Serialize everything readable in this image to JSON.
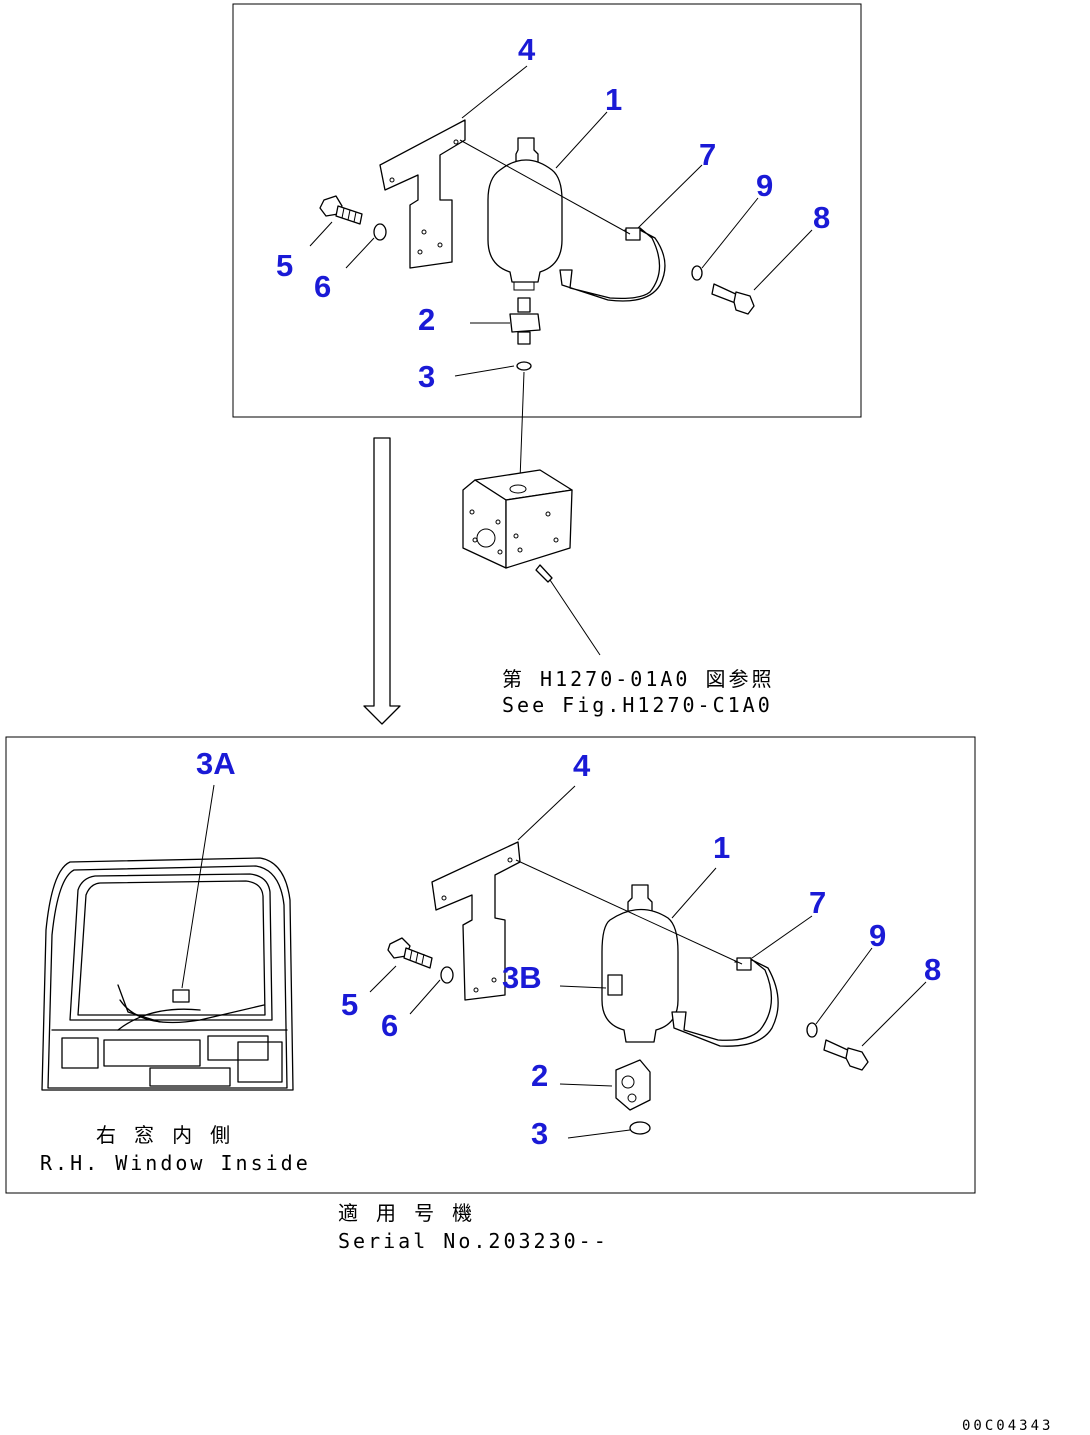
{
  "upper_view": {
    "callouts": {
      "c1": "1",
      "c2": "2",
      "c3": "3",
      "c4": "4",
      "c5": "5",
      "c6": "6",
      "c7": "7",
      "c8": "8",
      "c9": "9"
    },
    "reference_note_jp": "第 H1270-01A0 図参照",
    "reference_note_en": "See Fig.H1270-C1A0"
  },
  "lower_view": {
    "callouts": {
      "c1": "1",
      "c2": "2",
      "c3": "3",
      "c3a": "3A",
      "c3b": "3B",
      "c4": "4",
      "c5": "5",
      "c6": "6",
      "c7": "7",
      "c8": "8",
      "c9": "9"
    },
    "cab_caption_jp": "右 窓 内 側",
    "cab_caption_en": "R.H. Window Inside",
    "serial_label_jp": "適 用 号 機",
    "serial_label_en": "Serial No.203230--"
  },
  "drawing_code": "00C04343"
}
